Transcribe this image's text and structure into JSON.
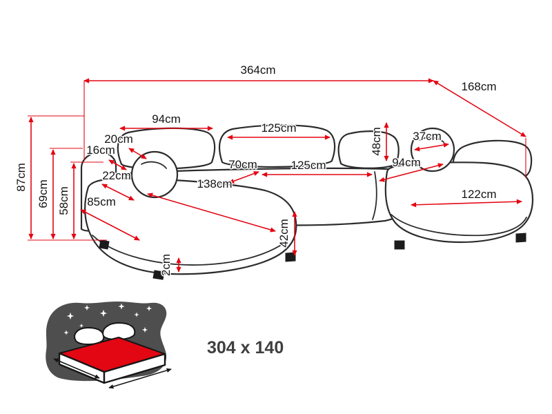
{
  "colors": {
    "dimension_red": "#e30613",
    "outline_dark": "#2b2b2b",
    "icon_gray": "#4e4e4e",
    "mattress_red": "#e30613"
  },
  "dims": {
    "total_width": "364cm",
    "total_depth": "168cm",
    "back_height": "87cm",
    "arm_height": "69cm",
    "seat_back_height": "58cm",
    "left_back_pillow_width": "94cm",
    "middle_back_pillow_width": "125cm",
    "right_back_pillow_height": "48cm",
    "pillow_thickness": "20cm",
    "armrest_top_width": "16cm",
    "round_pillow_diameter": "37cm",
    "armrest_width": "22cm",
    "left_chaise_length": "138cm",
    "seat_depth": "70cm",
    "middle_seat_width": "125cm",
    "right_seat_width": "94cm",
    "left_chaise_width": "85cm",
    "right_chaise_width": "122cm",
    "seat_height": "42cm",
    "leg_height": "2cm"
  },
  "sleeping_area": {
    "size_label": "304 x 140"
  }
}
